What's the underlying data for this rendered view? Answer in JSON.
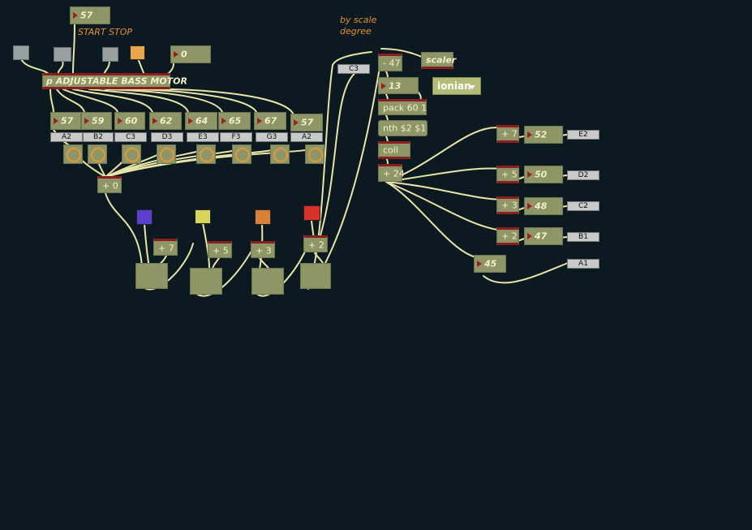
{
  "comments": {
    "start_stop": "START STOP",
    "by_scale_degree_1": "by scale",
    "by_scale_degree_2": "degree"
  },
  "objects": {
    "top_number": "57",
    "zero_number": "0",
    "motor": "p ADJUSTABLE BASS MOTOR",
    "minus": "- 47",
    "thirteen": "13",
    "scaler": "scaler",
    "mode_menu": "ionian",
    "pack": "pack 60 1",
    "nth": "nth $2 $1",
    "coll": "coll",
    "plus24": "+ 24",
    "plus0": "+ 0",
    "plus7a": "+ 7",
    "plus5a": "+ 5",
    "plus3a": "+ 3",
    "plus2a": "+ 2",
    "plus7b": "+ 7",
    "plus5b": "+ 5",
    "plus3b": "+ 3",
    "plus2b": "+ 2",
    "forty_five": "45"
  },
  "step_numbers": [
    "57",
    "59",
    "60",
    "62",
    "64",
    "65",
    "67",
    "57"
  ],
  "step_notes": [
    "A2",
    "B2",
    "C3",
    "D3",
    "E3",
    "F3",
    "G3",
    "A2"
  ],
  "note_c3": "C3",
  "chord_numbers": [
    "52",
    "50",
    "48",
    "47"
  ],
  "chord_notes": [
    "E2",
    "D2",
    "C2",
    "B1",
    "A1"
  ],
  "colors": {
    "background": "#0b1a20",
    "cable": "#e8e4a8",
    "object": "#8e9567",
    "swatch_orange": "#e8a54a",
    "swatch_purple": "#5a3fd0",
    "swatch_yellow": "#d8d65a",
    "swatch_orange2": "#d5813a",
    "swatch_red": "#d8322a",
    "inlet": "#8a1e1e"
  }
}
